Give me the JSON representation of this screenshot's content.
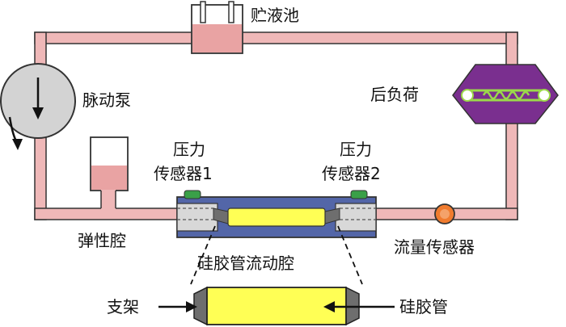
{
  "labels": {
    "reservoir": "贮液池",
    "pump": "脉动泵",
    "afterload": "后负荷",
    "elastic_chamber": "弹性腔",
    "pressure_sensor_1_line1": "压力",
    "pressure_sensor_1_line2": "传感器1",
    "pressure_sensor_2_line1": "压力",
    "pressure_sensor_2_line2": "传感器2",
    "flow_sensor": "流量传感器",
    "silicone_chamber": "硅胶管流动腔",
    "stent": "支架",
    "silicone_tube": "硅胶管"
  },
  "colors": {
    "pipe_fill": "#efb8b8",
    "pipe_stroke": "#333333",
    "fluid": "#e9a3a3",
    "pump_body": "#d3d3d3",
    "afterload_body": "#7a2f8f",
    "afterload_wave": "#9bd94a",
    "chamber_body": "#5366a8",
    "tube_yellow": "#ffff55",
    "flow_sensor": "#f07b2e",
    "sensor_cap": "#3aa048",
    "stent_gray": "#6e6e6e"
  }
}
